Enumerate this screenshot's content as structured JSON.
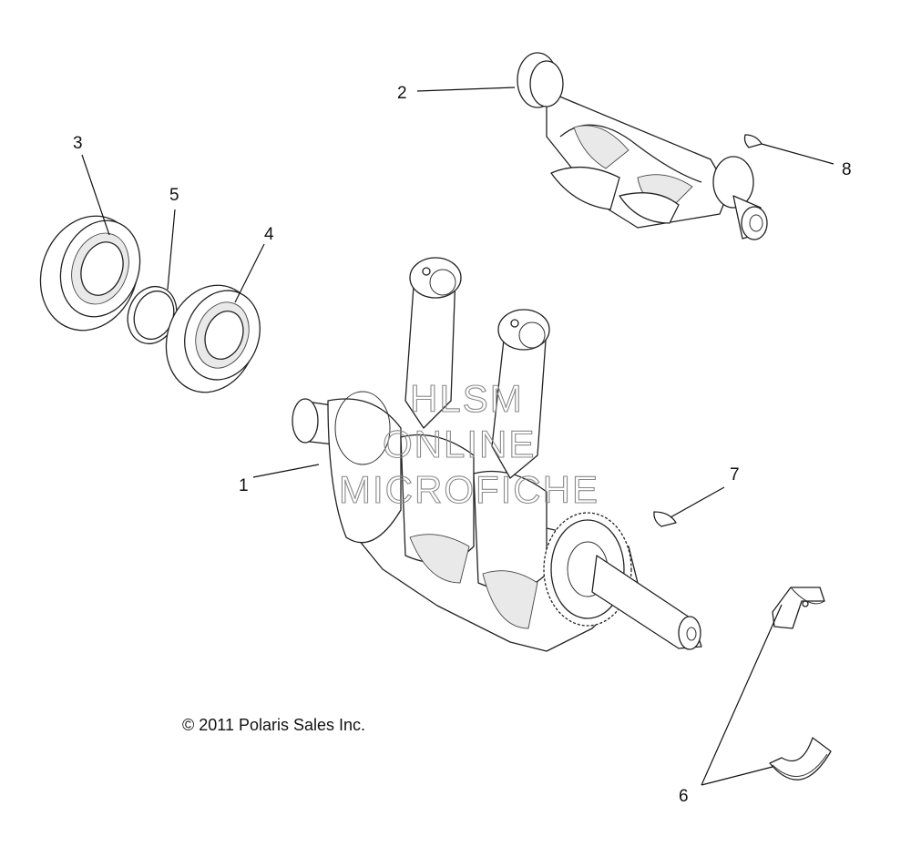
{
  "callouts": {
    "c1": "1",
    "c2": "2",
    "c3": "3",
    "c4": "4",
    "c5": "5",
    "c6": "6",
    "c7": "7",
    "c8": "8"
  },
  "copyright": "© 2011 Polaris Sales Inc.",
  "watermark": {
    "line1": "HLSM",
    "line2": "ONLINE",
    "line3": "MICROFICHE"
  }
}
